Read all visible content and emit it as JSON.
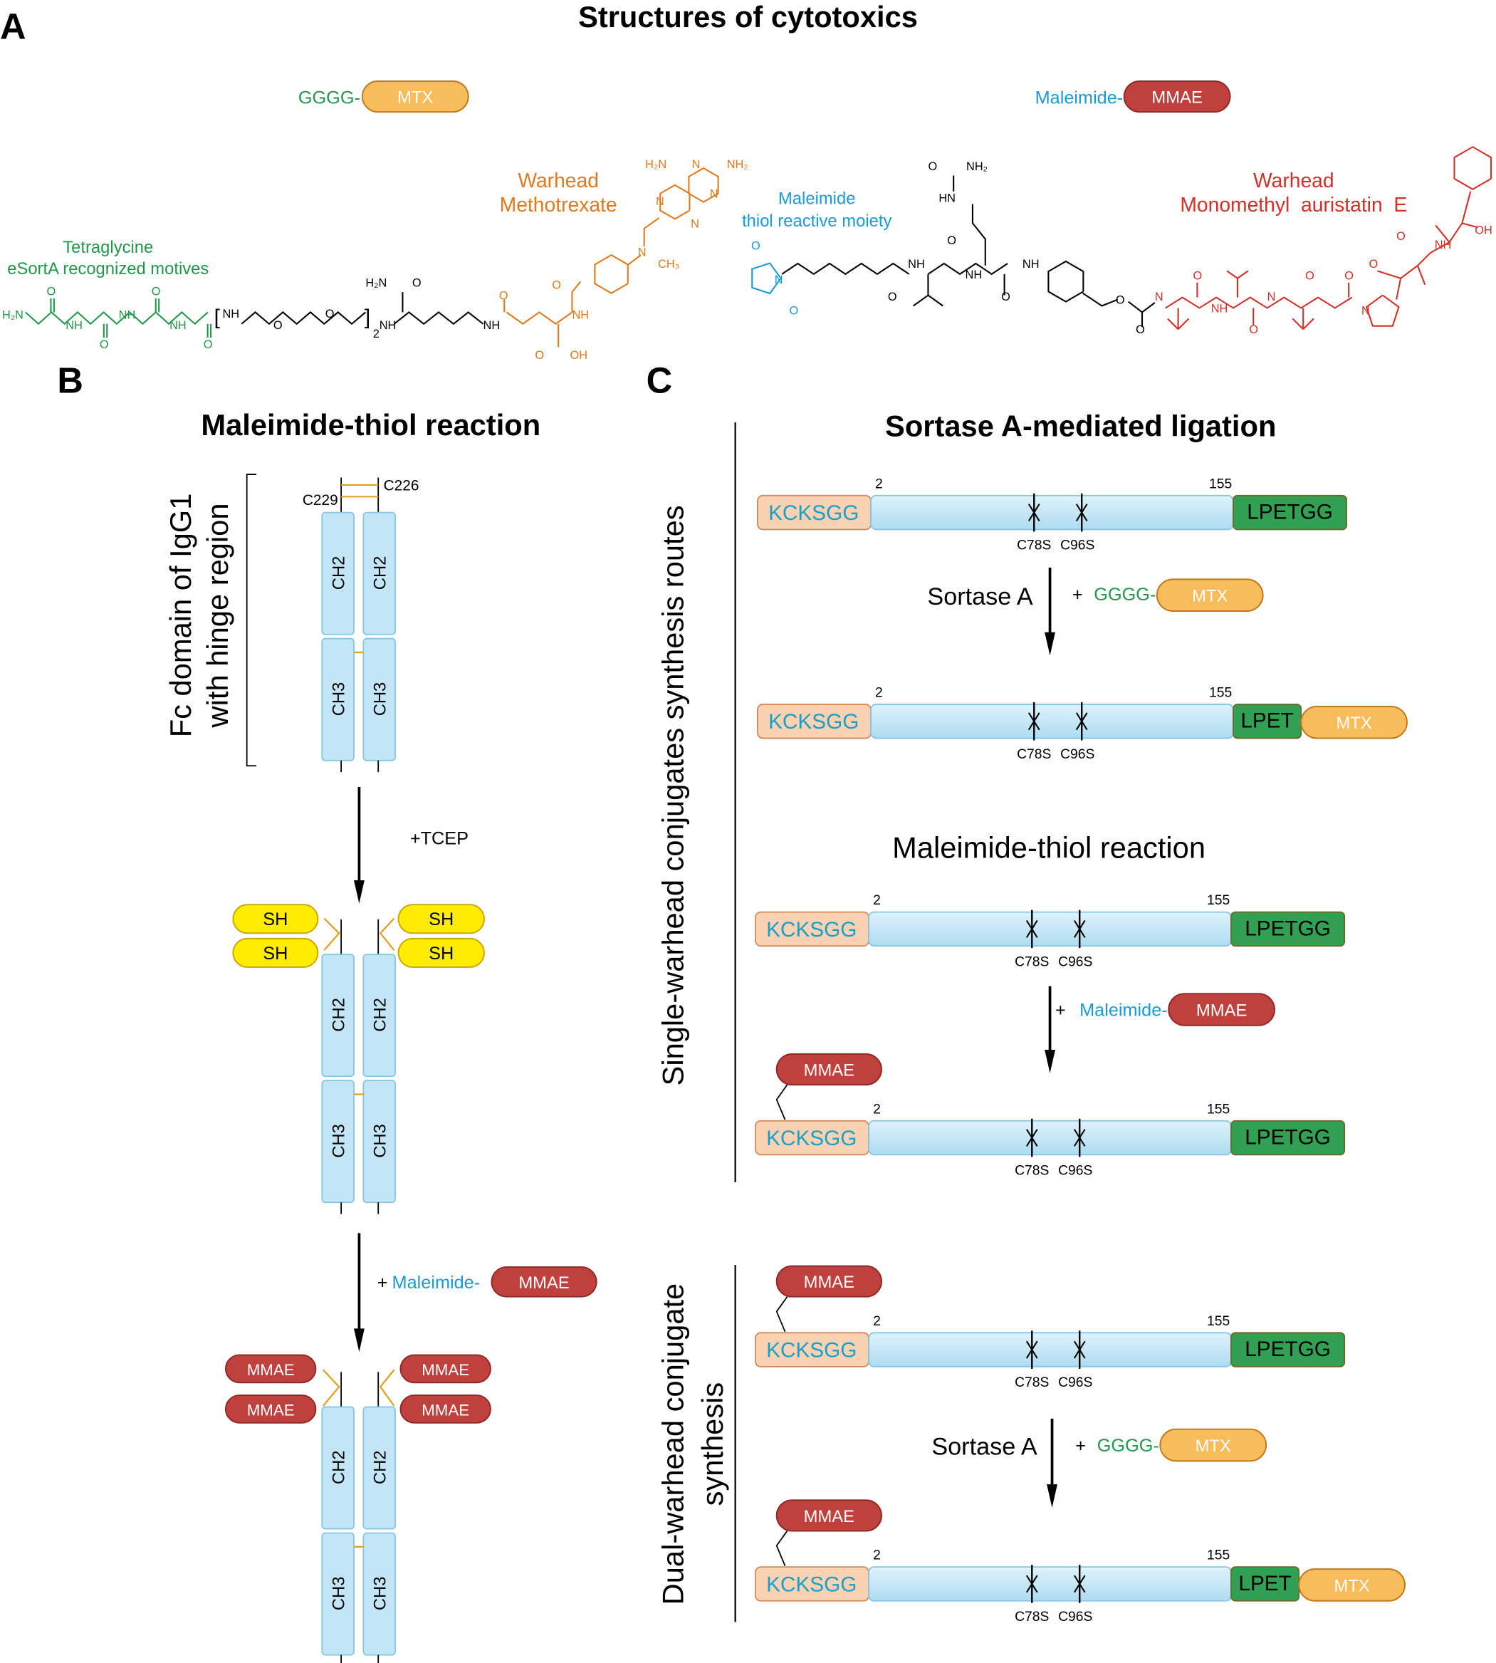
{
  "panel_labels": {
    "a": "A",
    "b": "B",
    "c": "C"
  },
  "panel_a": {
    "title": "Structures of cytotoxics",
    "mtx_legend": {
      "prefix": "GGGG-",
      "pill": "MTX"
    },
    "mmae_legend": {
      "prefix": "Maleimide-",
      "pill": "MMAE"
    },
    "tetraglycine_label": [
      "Tetraglycine",
      "eSortA recognized motives"
    ],
    "mtx_warhead_label": [
      "Warhead",
      "Methotrexate"
    ],
    "maleimide_label": [
      "Maleimide",
      "thiol reactive moiety"
    ],
    "mmae_warhead_label": [
      "Warhead",
      "Monomethyl  auristatin  E"
    ],
    "atoms": {
      "green": [
        "H₂N",
        "O",
        "NH",
        "O",
        "NH",
        "O",
        "NH",
        "O"
      ],
      "linker": [
        "[",
        "NH",
        "O",
        "O",
        "]",
        "2",
        "NH",
        "H₂N",
        "O",
        "NH"
      ],
      "orange": [
        "O",
        "NH",
        "O",
        "N",
        "CH₃",
        "N",
        "N",
        "N",
        "N",
        "H₂N",
        "NH₂",
        "O",
        "OH"
      ],
      "blue": [
        "O",
        "N",
        "O"
      ],
      "vcpab": [
        "NH",
        "O",
        "NH",
        "O",
        "HN",
        "O",
        "NH₂",
        "O",
        "NH",
        "O",
        "O"
      ],
      "red": [
        "N",
        "O",
        "NH",
        "O",
        "N",
        "O",
        "O",
        "N",
        "O",
        "O",
        "NH",
        "OH"
      ]
    }
  },
  "panel_b": {
    "title": "Maleimide-thiol reaction",
    "side_label": [
      "Fc domain of IgG1",
      "with hinge region"
    ],
    "cys_labels": [
      "C229",
      "C226"
    ],
    "domains": [
      "CH2",
      "CH3"
    ],
    "step1": "+TCEP",
    "thiol": "SH",
    "step2": {
      "prefix": "+ ",
      "reagent": "Maleimide-",
      "pill": "MMAE"
    },
    "payload": "MMAE"
  },
  "panel_c": {
    "title": "Sortase A-mediated ligation",
    "single_label": "Single-warhead conjugates synthesis routes",
    "dual_label": [
      "Dual-warhead conjugate",
      "synthesis"
    ],
    "subtitle": "Maleimide-thiol reaction",
    "constructs": [
      {
        "n_term": "KCKSGG",
        "start": "2",
        "end": "155",
        "mutations": [
          "C78S",
          "C96S"
        ],
        "c_term": "LPETGG"
      },
      {
        "n_term": "KCKSGG",
        "start": "2",
        "end": "155",
        "mutations": [
          "C78S",
          "C96S"
        ],
        "c_term": "LPET",
        "c_payload": "MTX"
      },
      {
        "n_term": "KCKSGG",
        "start": "2",
        "end": "155",
        "mutations": [
          "C78S",
          "C96S"
        ],
        "c_term": "LPETGG"
      },
      {
        "n_term": "KCKSGG",
        "start": "2",
        "end": "155",
        "mutations": [
          "C78S",
          "C96S"
        ],
        "c_term": "LPETGG",
        "n_payload": "MMAE"
      },
      {
        "n_term": "KCKSGG",
        "start": "2",
        "end": "155",
        "mutations": [
          "C78S",
          "C96S"
        ],
        "c_term": "LPETGG",
        "n_payload": "MMAE"
      },
      {
        "n_term": "KCKSGG",
        "start": "2",
        "end": "155",
        "mutations": [
          "C78S",
          "C96S"
        ],
        "c_term": "LPET",
        "c_payload": "MTX",
        "n_payload": "MMAE"
      }
    ],
    "steps": [
      {
        "enzyme": "Sortase A",
        "prefix": "+ ",
        "reagent": "GGGG-",
        "pill": "MTX"
      },
      {
        "enzyme": "",
        "prefix": "+ ",
        "reagent": "Maleimide-",
        "pill": "MMAE"
      },
      {
        "enzyme": "Sortase A",
        "prefix": "+ ",
        "reagent": "GGGG-",
        "pill": "MTX"
      }
    ]
  },
  "colors": {
    "green": "#22964a",
    "orange": "#e07a1f",
    "blue": "#1b9ad6",
    "red": "#d3302a",
    "mtx_fill": "#f8bd5a",
    "mtx_stroke": "#c0781e",
    "mmae_fill": "#c0403d",
    "mmae_stroke": "#8c2a28",
    "domain_fill": "#c3e6f7",
    "domain_stroke": "#86c5e3",
    "nterm_fill": "#f9d2b3",
    "nterm_stroke": "#d4895a",
    "cterm_fill": "#31a052",
    "sh_fill": "#ffec00",
    "hinge": "#e0a020"
  }
}
